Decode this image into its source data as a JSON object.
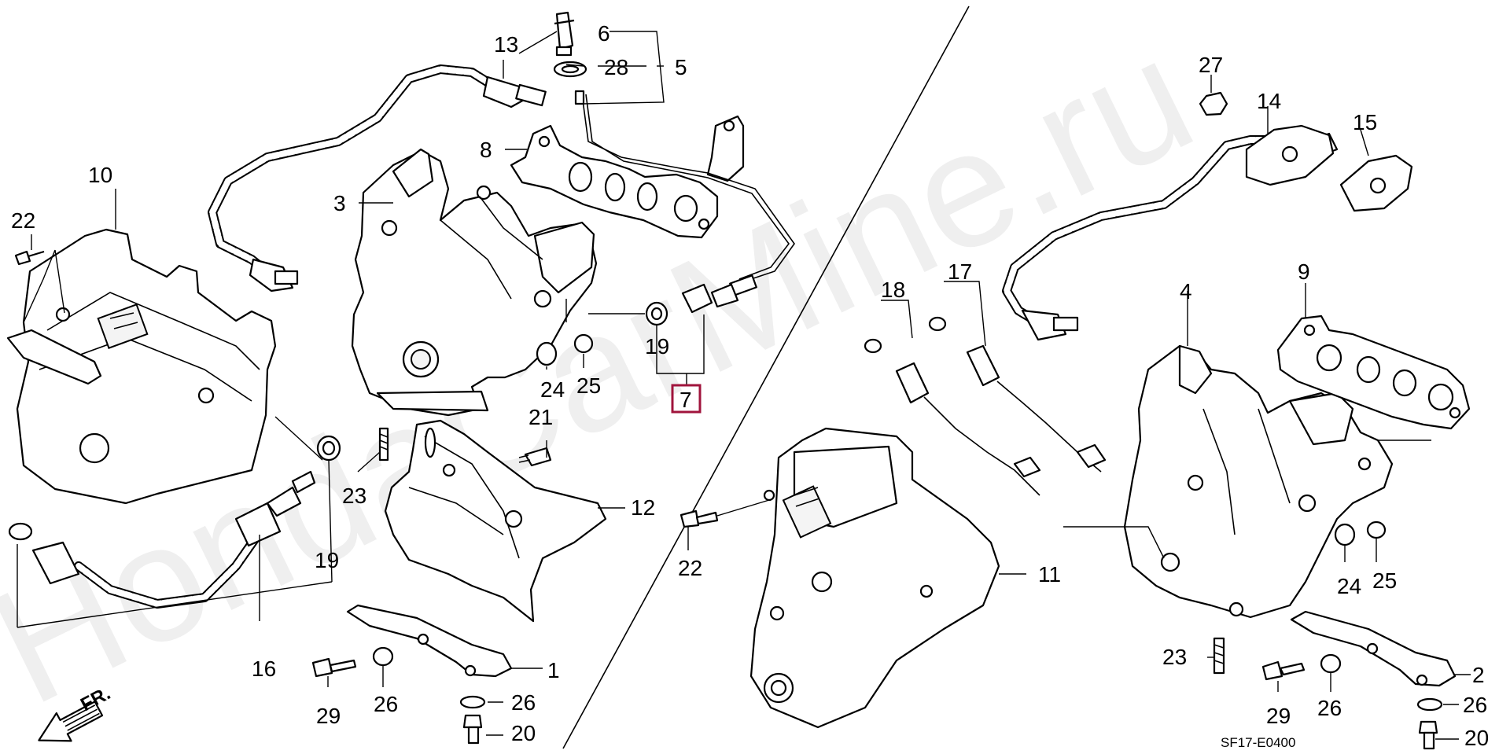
{
  "watermark": "HondaCarMine.ru",
  "diagram_code": "SF17-E0400",
  "direction_label": "FR.",
  "callouts": {
    "c1": "1",
    "c2": "2",
    "c3": "3",
    "c4": "4",
    "c5": "5",
    "c6": "6",
    "c7": "7",
    "c8": "8",
    "c9": "9",
    "c10": "10",
    "c11": "11",
    "c12": "12",
    "c13": "13",
    "c14": "14",
    "c15": "15",
    "c16": "16",
    "c17": "17",
    "c18": "18",
    "c19a": "19",
    "c19b": "19",
    "c20a": "20",
    "c20b": "20",
    "c21": "21",
    "c22a": "22",
    "c22b": "22",
    "c23a": "23",
    "c23b": "23",
    "c24a": "24",
    "c24b": "24",
    "c25a": "25",
    "c25b": "25",
    "c26a": "26",
    "c26b": "26",
    "c26c": "26",
    "c26d": "26",
    "c27": "27",
    "c28": "28",
    "c29a": "29",
    "c29b": "29"
  },
  "highlighted_callout": "7",
  "colors": {
    "highlight": "#a0143c",
    "ink": "#000000",
    "watermark": "#dcdcdc"
  }
}
